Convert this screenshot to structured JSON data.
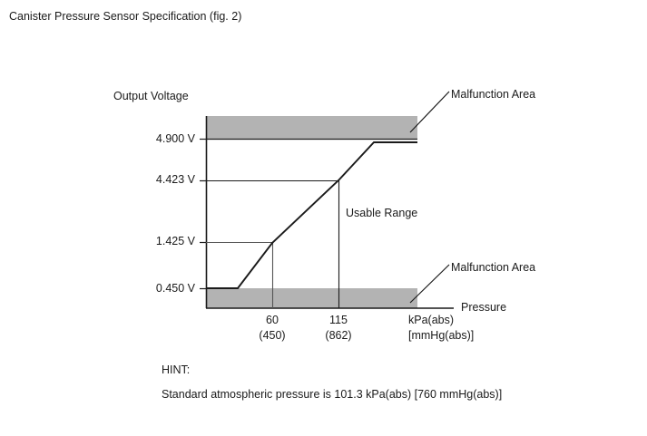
{
  "figure": {
    "title": "Canister Pressure Sensor Specification (fig. 2)"
  },
  "axes": {
    "y_title": "Output Voltage",
    "x_title": "Pressure"
  },
  "hint": {
    "heading": "HINT:",
    "text": "Standard atmospheric pressure is 101.3 kPa(abs) [760 mmHg(abs)]"
  },
  "annotations": {
    "malfunction_top": "Malfunction Area",
    "malfunction_bottom": "Malfunction Area",
    "usable_range": "Usable Range"
  },
  "colors": {
    "malfunction_band": "#b3b3b3",
    "line": "#1a1a1a",
    "guide_line": "#4d4d4d",
    "text": "#1a1a1a",
    "background": "#ffffff"
  },
  "chart_data": {
    "type": "line",
    "title": "Canister Pressure Sensor Specification (fig. 2)",
    "xlabel": "Pressure",
    "ylabel": "Output Voltage",
    "x_unit": "kPa(abs)",
    "x_unit_secondary": "[mmHg(abs)]",
    "y_unit": "V",
    "grid": false,
    "legend": "none",
    "y_tick_labels": [
      "4.900 V",
      "4.423 V",
      "1.425 V",
      "0.450 V"
    ],
    "y_tick_values": [
      4.9,
      4.423,
      1.425,
      0.45
    ],
    "x_tick_labels": [
      "60",
      "115",
      "kPa(abs)"
    ],
    "x_tick_sub_labels": [
      "(450)",
      "(862)",
      "[mmHg(abs)]"
    ],
    "x_tick_values": [
      60,
      115
    ],
    "x_tick_values_mmhg": [
      450,
      862
    ],
    "series": [
      {
        "name": "Output Voltage",
        "points": [
          {
            "x_kpa": null,
            "v": 0.45,
            "note": "flat low clamp"
          },
          {
            "x_kpa": 60,
            "v": 1.425
          },
          {
            "x_kpa": 115,
            "v": 4.423
          },
          {
            "x_kpa": null,
            "v": 4.9,
            "note": "flat high clamp"
          }
        ]
      }
    ],
    "regions": [
      {
        "name": "Malfunction Area",
        "position": "above",
        "threshold_v": 4.9
      },
      {
        "name": "Usable Range",
        "position": "between",
        "min_v": 0.45,
        "max_v": 4.9
      },
      {
        "name": "Malfunction Area",
        "position": "below",
        "threshold_v": 0.45
      }
    ],
    "notes": [
      "Standard atmospheric pressure is 101.3 kPa(abs) [760 mmHg(abs)]"
    ]
  }
}
